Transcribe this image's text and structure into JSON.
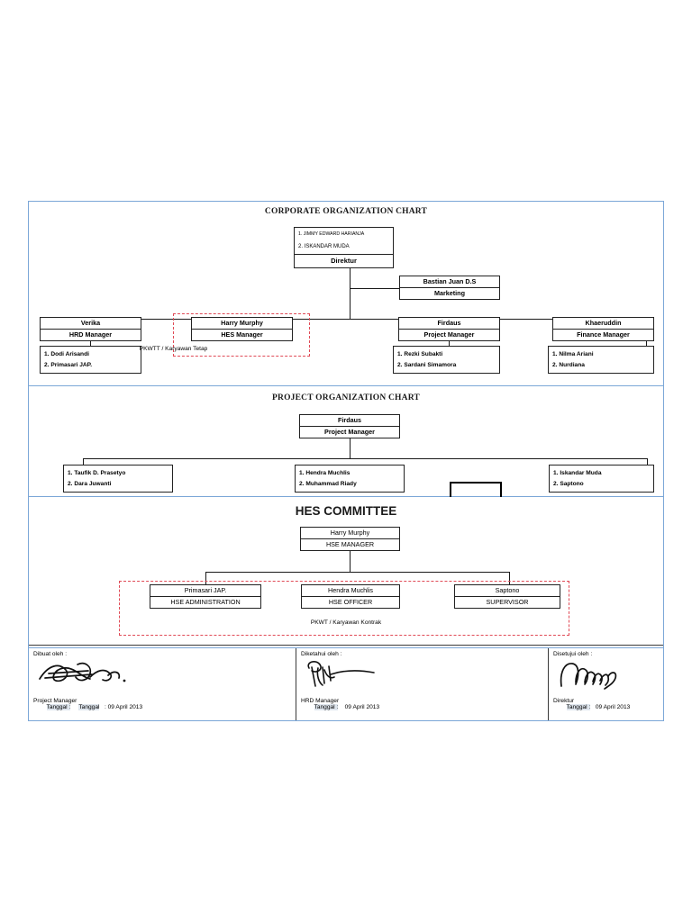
{
  "document": {
    "frame_color": "#7ba7d7",
    "box_border_color": "#222222",
    "dashed_group_color": "#e04a56"
  },
  "corporate": {
    "title": "CORPORATE ORGANIZATION CHART",
    "director": {
      "name_1": "1. JIMMY EDWARD HARIANJA",
      "name_2": "2. ISKANDAR MUDA",
      "role": "Direktur"
    },
    "marketing": {
      "name": "Bastian Juan D.S",
      "role": "Marketing"
    },
    "departments": [
      {
        "name": "Verika",
        "role": "HRD Manager",
        "staff": [
          "1. Dodi Arisandi",
          "2. Primasari JAP."
        ]
      },
      {
        "name": "Harry Murphy",
        "role": "HES Manager",
        "staff": [],
        "group_note": "PKWTT / Karyawan Tetap",
        "grouped": true
      },
      {
        "name": "Firdaus",
        "role": "Project Manager",
        "staff": [
          "1. Rezki Subakti",
          "2. Sardani Simamora"
        ]
      },
      {
        "name": "Khaeruddin",
        "role": "Finance Manager",
        "staff": [
          "1. Nilma Ariani",
          "2. Nurdiana"
        ]
      }
    ]
  },
  "project": {
    "title": "PROJECT ORGANIZATION CHART",
    "head": {
      "name": "Firdaus",
      "role": "Project Manager"
    },
    "teams": [
      {
        "staff": [
          "1. Taufik D. Prasetyo",
          "2. Dara Juwanti"
        ]
      },
      {
        "staff": [
          "1. Hendra Muchlis",
          "2. Muhammad Riady"
        ]
      },
      {
        "staff": [
          "1. Iskandar Muda",
          "2. Saptono"
        ]
      }
    ]
  },
  "hes": {
    "title": "HES COMMITTEE",
    "head": {
      "name": "Harry Murphy",
      "role": "HSE MANAGER"
    },
    "members": [
      {
        "name": "Primasari JAP.",
        "role": "HSE ADMINISTRATION"
      },
      {
        "name": "Hendra Muchlis",
        "role": "HSE OFFICER"
      },
      {
        "name": "Saptono",
        "role": "SUPERVISOR"
      }
    ],
    "group_note": "PKWT / Karyawan Kontrak"
  },
  "signatures": [
    {
      "label": "Dibuat oleh :",
      "role": "Project Manager",
      "date_prefix": "Tanggal :",
      "date_label": "Tanggal",
      "date_value": ": 09 April 2013"
    },
    {
      "label": "Diketahui oleh :",
      "role": "HRD Manager",
      "date_prefix": "Tanggal :",
      "date_label": "",
      "date_value": "09 April 2013"
    },
    {
      "label": "Disetujui oleh :",
      "role": "Direktur",
      "date_prefix": "Tanggal :",
      "date_label": "",
      "date_value": "09 April 2013"
    }
  ]
}
